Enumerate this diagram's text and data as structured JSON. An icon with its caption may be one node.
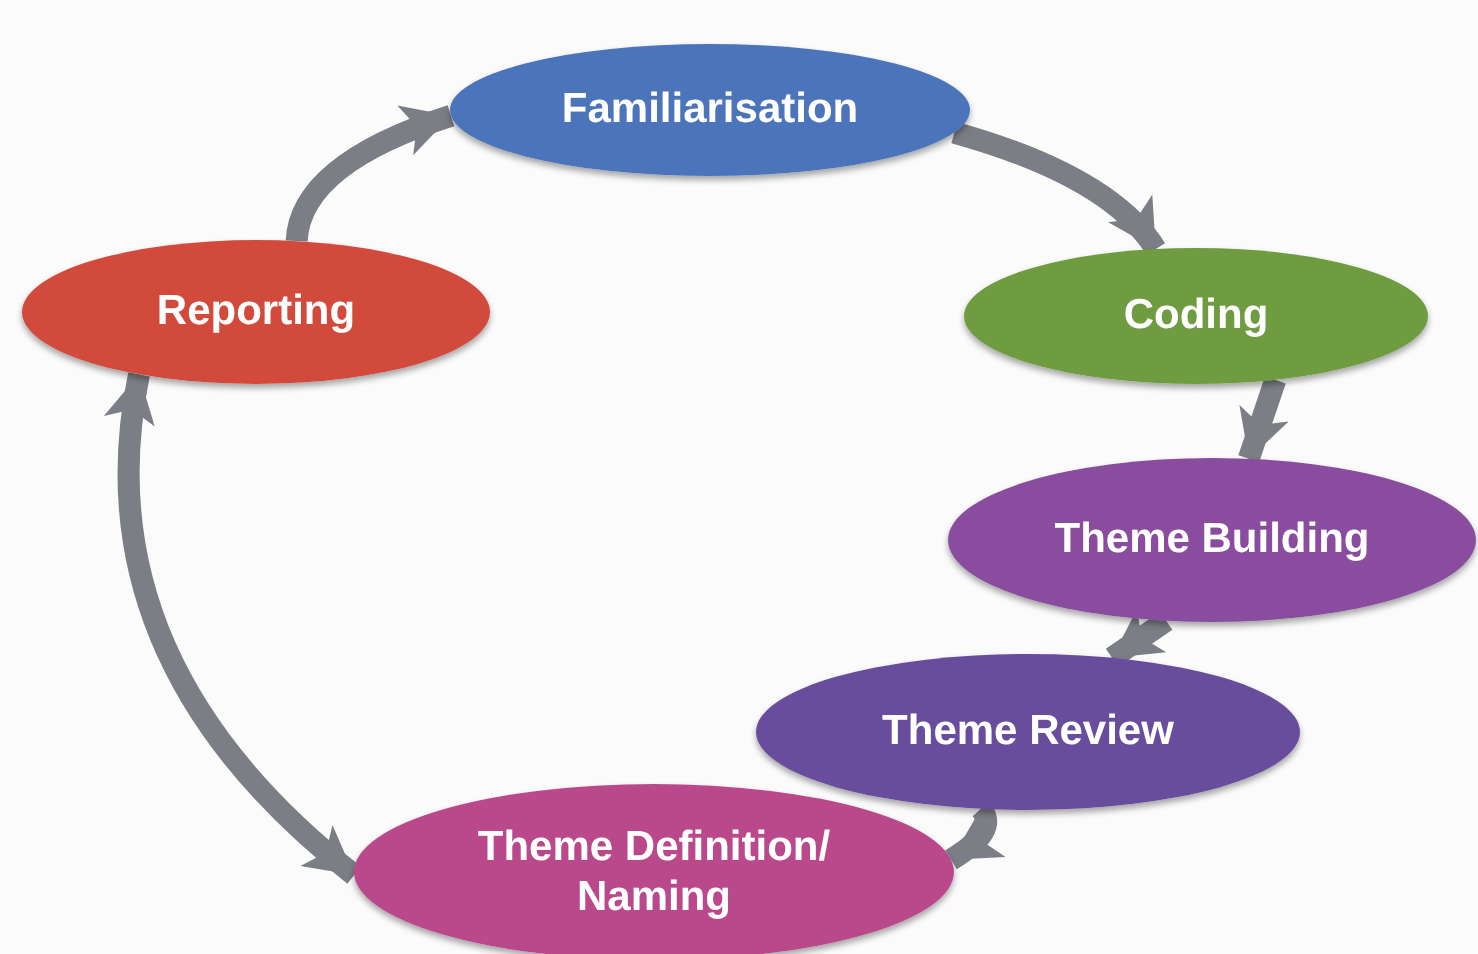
{
  "diagram": {
    "nodes": [
      {
        "text": [
          "Familiarisation"
        ]
      },
      {
        "text": [
          "Coding"
        ]
      },
      {
        "text": [
          "Theme Building"
        ]
      },
      {
        "text": [
          "Theme Review"
        ]
      },
      {
        "text": [
          "Theme Definition/ Naming"
        ]
      },
      {
        "text": [
          "Reporting"
        ]
      }
    ],
    "edges": [
      {
        "from": 5,
        "to": 0,
        "arrow": "to"
      },
      {
        "from": 0,
        "to": 1,
        "arrow": "to"
      },
      {
        "from": 1,
        "to": 2,
        "arrow": "to"
      },
      {
        "from": 2,
        "to": 3,
        "arrow": "to"
      },
      {
        "from": 3,
        "to": 4,
        "arrow": "to"
      },
      {
        "from": 5,
        "to": 4,
        "arrow": "both"
      }
    ]
  }
}
